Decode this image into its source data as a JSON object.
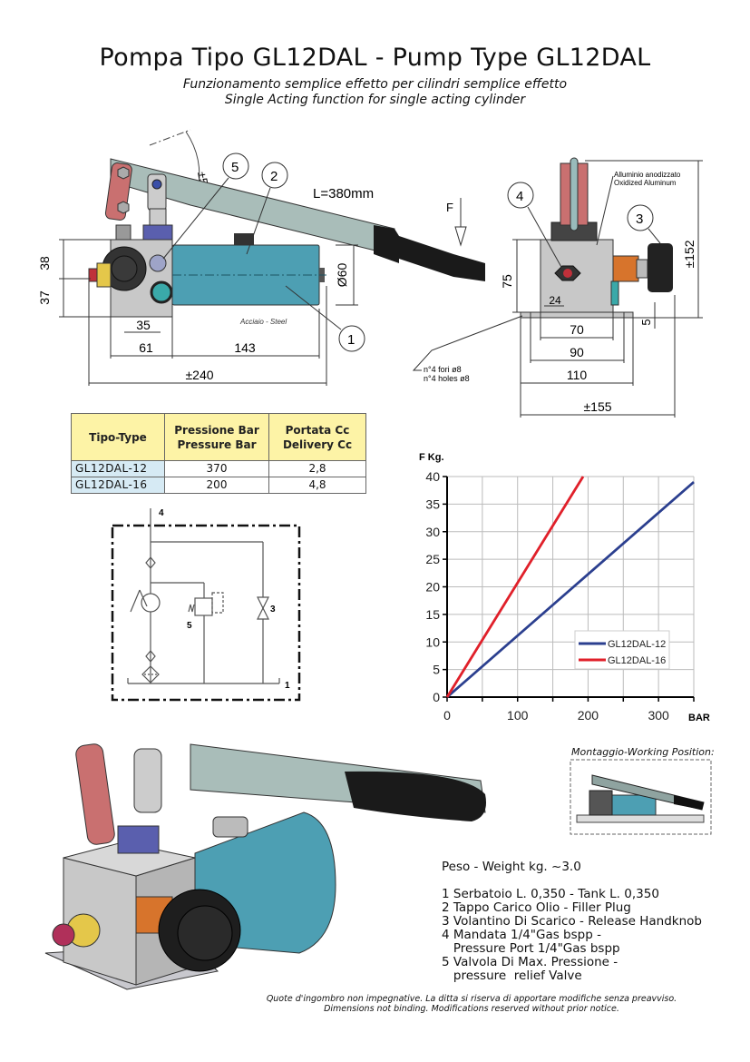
{
  "header": {
    "title": "Pompa Tipo GL12DAL - Pump Type GL12DAL",
    "subtitle_it": "Funzionamento semplice effetto per cilindri semplice effetto",
    "subtitle_en": "Single Acting function for single acting cylinder"
  },
  "side_view": {
    "angle": "±50°",
    "handle_length": "L=380mm",
    "dim_38": "38",
    "dim_37": "37",
    "dim_35": "35",
    "dim_61": "61",
    "dim_143": "143",
    "dim_240": "±240",
    "dim_dia60": "Ø60",
    "material_note": "Acciaio - Steel",
    "callouts": [
      "1",
      "2",
      "5"
    ]
  },
  "front_view": {
    "force_label": "F",
    "material_it": "Alluminio anodizzato",
    "material_en": "Oxidized Aluminum",
    "dim_75": "75",
    "dim_24": "24",
    "dim_70": "70",
    "dim_90": "90",
    "dim_110": "110",
    "dim_155": "±155",
    "dim_152": "±152",
    "dim_5": "5",
    "holes_it": "n°4 fori ø8",
    "holes_en": "n°4 holes ø8",
    "callouts": [
      "3",
      "4"
    ]
  },
  "spec_table": {
    "headers": [
      [
        "Tipo-Type"
      ],
      [
        "Pressione Bar",
        "Pressure Bar"
      ],
      [
        "Portata Cc",
        "Delivery Cc"
      ]
    ],
    "rows": [
      {
        "type": "GL12DAL-12",
        "pressure": "370",
        "delivery": "2,8"
      },
      {
        "type": "GL12DAL-16",
        "pressure": "200",
        "delivery": "4,8"
      }
    ]
  },
  "schematic": {
    "labels": [
      "4",
      "5",
      "3",
      "1"
    ]
  },
  "chart_data": {
    "type": "line",
    "title": "",
    "xlabel": "BAR",
    "ylabel": "F Kg.",
    "xlim": [
      0,
      350
    ],
    "ylim": [
      0,
      40
    ],
    "x_ticks": [
      0,
      100,
      200,
      300
    ],
    "x_grid_step": 50,
    "y_ticks": [
      0,
      5,
      10,
      15,
      20,
      25,
      30,
      35,
      40
    ],
    "grid": true,
    "legend_position": "bottom-right",
    "series": [
      {
        "name": "GL12DAL-12",
        "color": "#2b3f8f",
        "x": [
          0,
          350
        ],
        "y": [
          0,
          39
        ]
      },
      {
        "name": "GL12DAL-16",
        "color": "#e0202a",
        "x": [
          0,
          193
        ],
        "y": [
          0,
          40
        ]
      }
    ]
  },
  "working_position": {
    "title": "Montaggio-Working Position:"
  },
  "parts": {
    "weight": "Peso - Weight kg. ~3.0",
    "items": [
      "1 Serbatoio L. 0,350 - Tank L. 0,350",
      "2 Tappo Carico Olio - Filler Plug",
      "3 Volantino Di Scarico - Release Handknob",
      "4 Mandata 1/4\"Gas bspp -",
      "   Pressure Port 1/4\"Gas bspp",
      "5 Valvola Di Max. Pressione -",
      "   pressure  relief Valve"
    ]
  },
  "footer": {
    "line1": "Quote d'ingombro non impegnative. La ditta si riserva di apportare modifiche senza preavviso.",
    "line2": "Dimensions not binding. Modifications reserved without prior notice."
  },
  "colors": {
    "tank": "#4d9fb3",
    "body": "#c8c8c8",
    "handle": "#a9bdb9",
    "grip": "#1a1a1a",
    "link": "#c97070",
    "table_header": "#fdf3a6",
    "table_type": "#d6eaf4"
  }
}
